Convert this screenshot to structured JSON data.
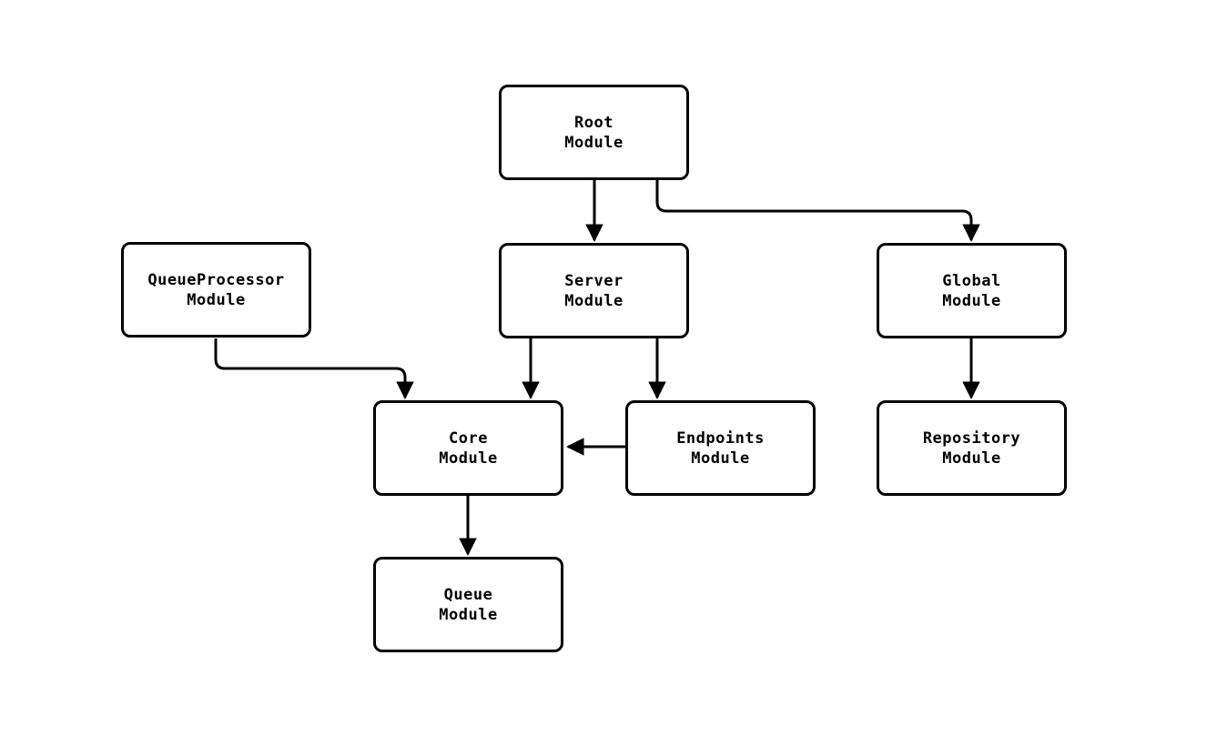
{
  "diagram": {
    "background_color": "#ffffff",
    "line_color": "#000000",
    "node_fill_color": "#ffffff",
    "node_border_color": "#000000",
    "nodes": {
      "root": {
        "line1": "Root",
        "line2": "Module"
      },
      "queueprocessor": {
        "line1": "QueueProcessor",
        "line2": "Module"
      },
      "server": {
        "line1": "Server",
        "line2": "Module"
      },
      "global": {
        "line1": "Global",
        "line2": "Module"
      },
      "core": {
        "line1": "Core",
        "line2": "Module"
      },
      "endpoints": {
        "line1": "Endpoints",
        "line2": "Module"
      },
      "repository": {
        "line1": "Repository",
        "line2": "Module"
      },
      "queue": {
        "line1": "Queue",
        "line2": "Module"
      }
    },
    "edges": [
      {
        "from": "Root Module",
        "to": "Server Module"
      },
      {
        "from": "Root Module",
        "to": "Global Module"
      },
      {
        "from": "QueueProcessor Module",
        "to": "Core Module"
      },
      {
        "from": "Server Module",
        "to": "Core Module"
      },
      {
        "from": "Server Module",
        "to": "Endpoints Module"
      },
      {
        "from": "Global Module",
        "to": "Repository Module"
      },
      {
        "from": "Endpoints Module",
        "to": "Core Module"
      },
      {
        "from": "Core Module",
        "to": "Queue Module"
      }
    ]
  }
}
